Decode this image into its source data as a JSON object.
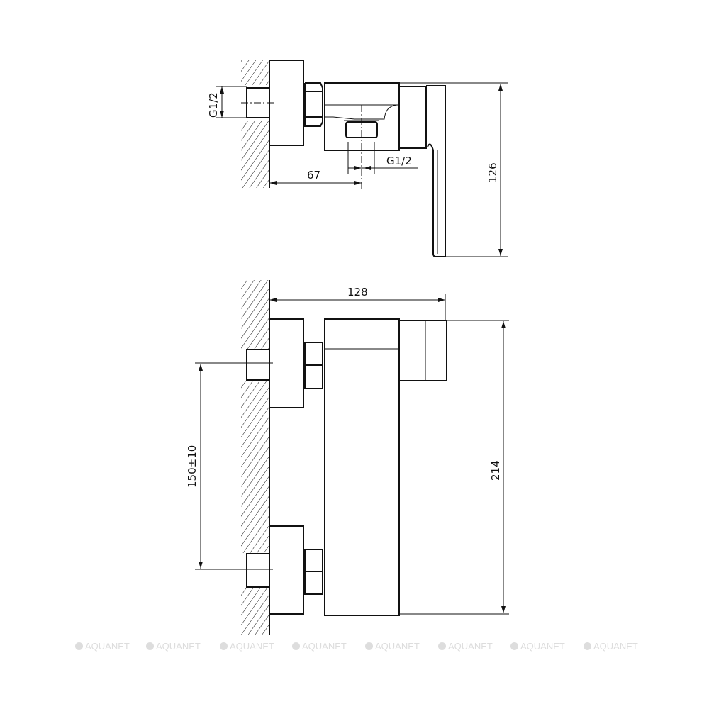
{
  "top_view": {
    "dim_inlet": "G1/2",
    "dim_outlet": "G1/2",
    "dim_depth": "67",
    "dim_height": "126"
  },
  "front_view": {
    "dim_width": "128",
    "dim_centers": "150±10",
    "dim_height": "214"
  },
  "watermark": {
    "text": "AQUANET",
    "count": 8
  }
}
